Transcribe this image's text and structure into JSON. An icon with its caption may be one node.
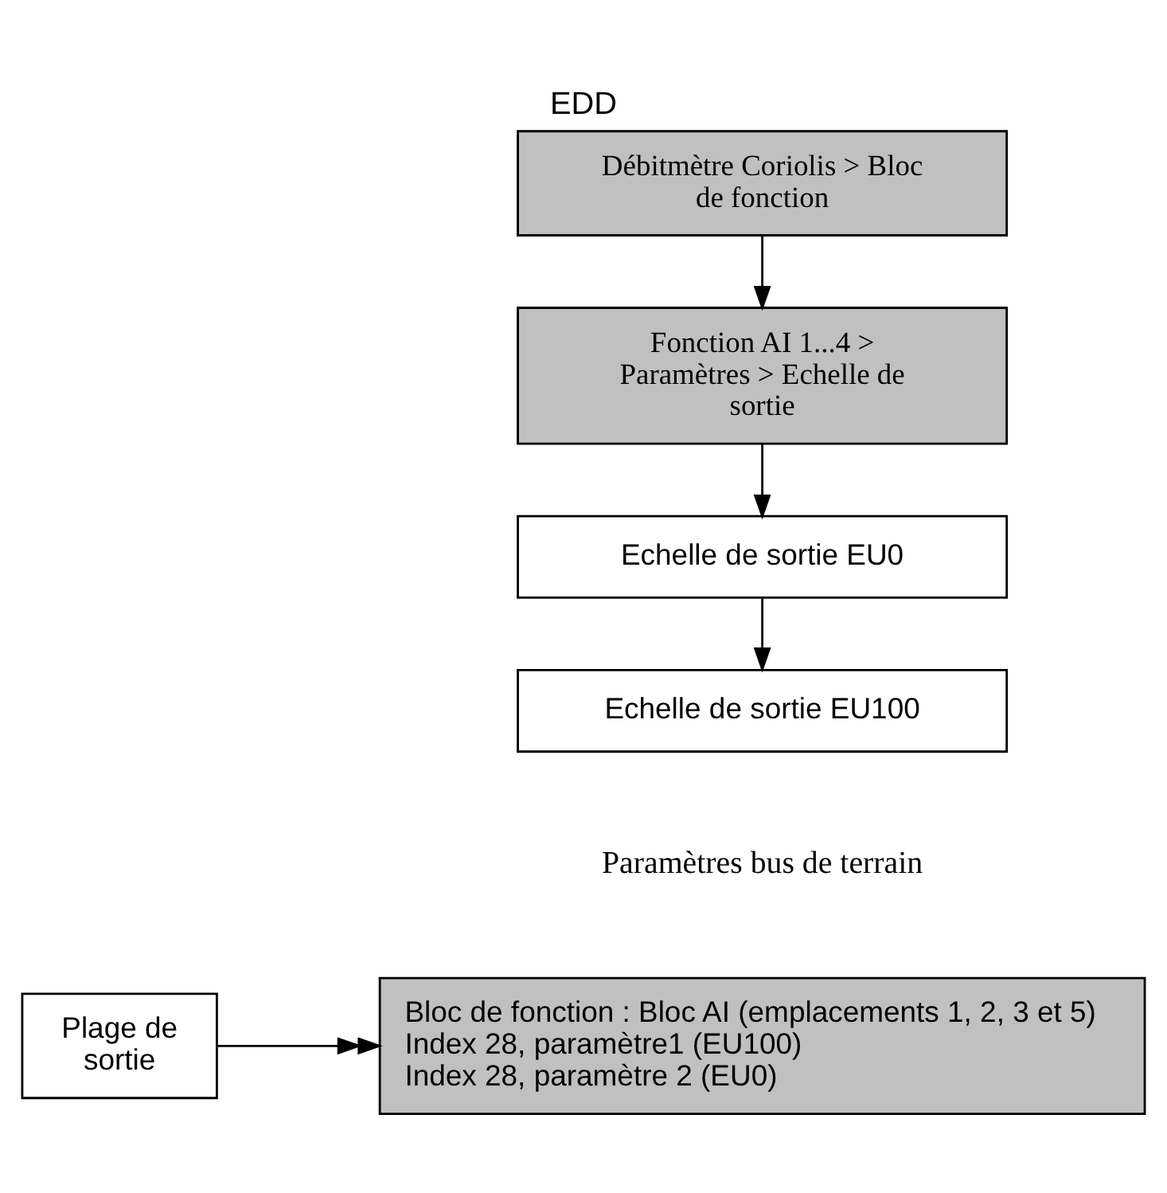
{
  "diagram": {
    "title": "EDD",
    "nodes": [
      {
        "text": [
          "Débitmètre Coriolis > Bloc de fonction"
        ]
      },
      {
        "text": [
          "Fonction AI 1...4 > Paramètres > Echelle de sortie"
        ]
      },
      {
        "text": [
          "Echelle de sortie EU0"
        ]
      },
      {
        "text": [
          "Echelle de sortie EU100"
        ]
      },
      {
        "text": [
          "Plage de sortie"
        ]
      },
      {
        "text": [
          "Bloc de fonction : Bloc AI (emplacements 1, 2, 3 et 5)",
          "Index 28, paramètre1 (EU100)",
          "Index 28, paramètre 2 (EU0)"
        ]
      }
    ],
    "edges": [
      {
        "from": 0,
        "to": 1,
        "arrow": "to"
      },
      {
        "from": 1,
        "to": 2,
        "arrow": "to"
      },
      {
        "from": 2,
        "to": 3,
        "arrow": "to"
      },
      {
        "from": 4,
        "to": 5,
        "arrow": "to"
      }
    ],
    "labels": [
      "Paramètres bus de terrain"
    ]
  }
}
